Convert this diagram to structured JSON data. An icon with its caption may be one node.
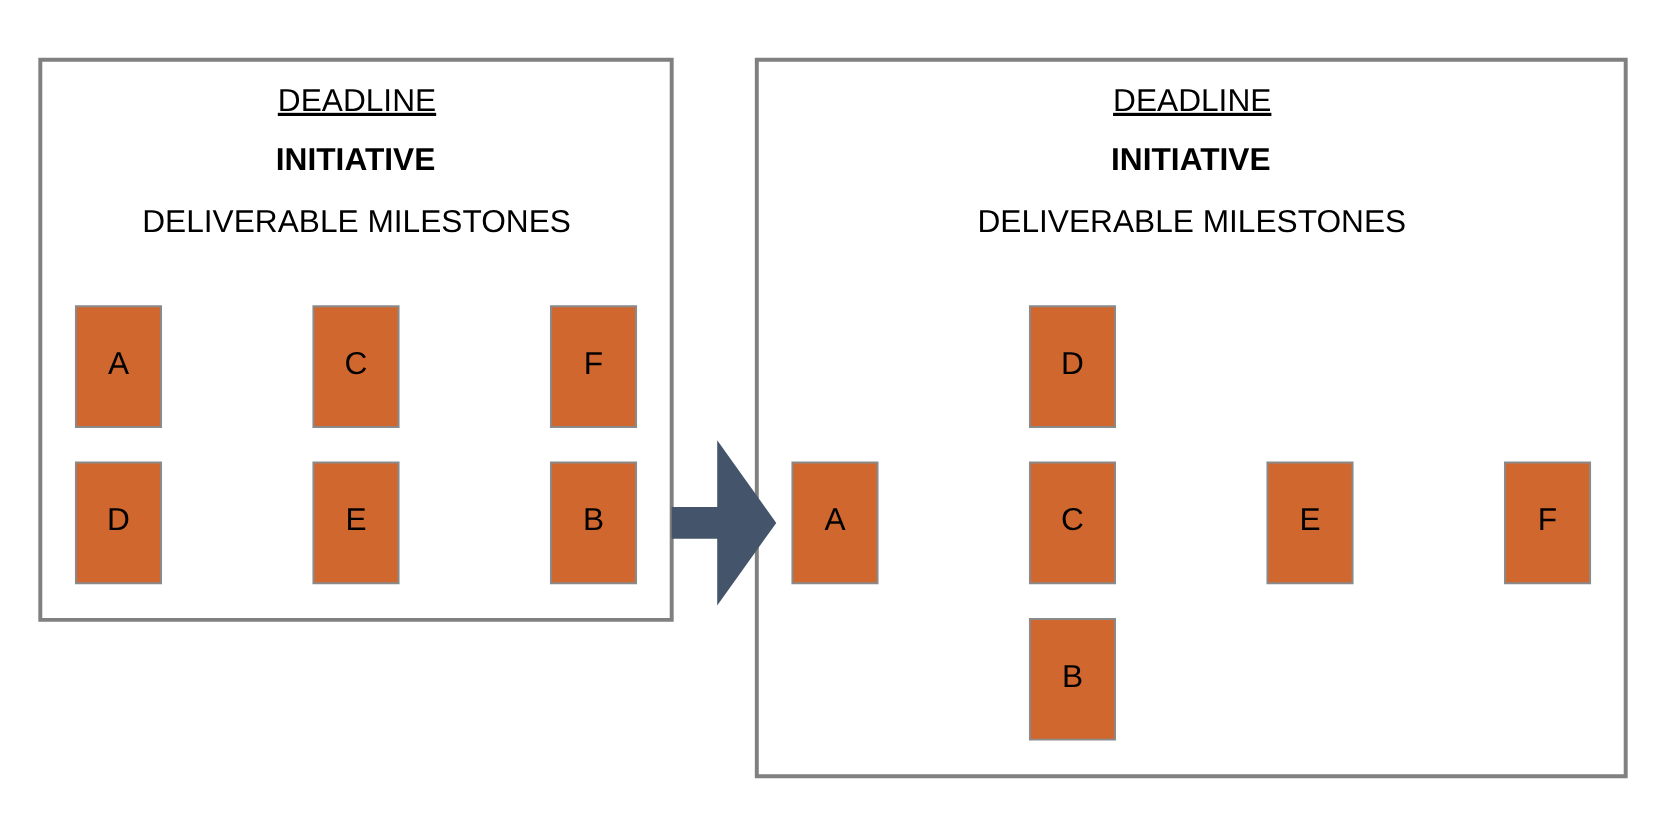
{
  "diagram": {
    "nodes": [
      {
        "text": [
          "DEADLINE",
          "INITIATIVE",
          "DELIVERABLE MILESTONES"
        ]
      },
      {
        "text": [
          "A"
        ],
        "in": 0
      },
      {
        "text": [
          "F"
        ],
        "in": 0
      },
      {
        "text": [
          "C"
        ],
        "in": 0
      },
      {
        "text": [
          "D"
        ],
        "in": 0
      },
      {
        "text": [
          "B"
        ],
        "in": 0
      },
      {
        "text": [
          "E"
        ],
        "in": 0
      },
      {
        "text": [
          "DEADLINE",
          "INITIATIVE",
          "DELIVERABLE MILESTONES"
        ]
      },
      {
        "text": [
          "A"
        ],
        "in": 7
      },
      {
        "text": [
          "B"
        ],
        "in": 7
      },
      {
        "text": [
          "E"
        ],
        "in": 7
      },
      {
        "text": [
          "F"
        ],
        "in": 7
      },
      {
        "text": [
          "C"
        ],
        "in": 7
      },
      {
        "text": [
          "D"
        ],
        "in": 7
      }
    ],
    "edges": [
      {
        "from": 0,
        "to": 7,
        "arrow": "to"
      }
    ]
  }
}
